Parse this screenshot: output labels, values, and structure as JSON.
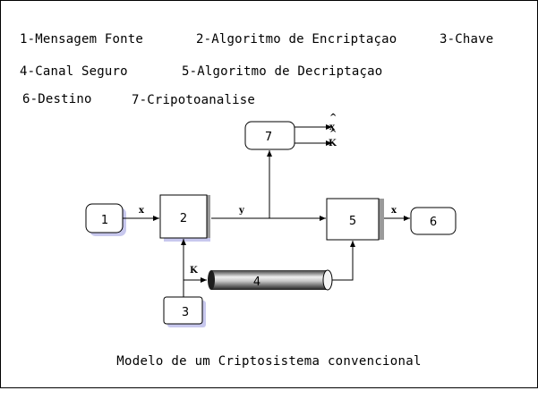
{
  "legend": {
    "item1": "1-Mensagem Fonte",
    "item2": "2-Algoritmo de Encriptaçao",
    "item3": "3-Chave",
    "item4": "4-Canal Seguro",
    "item5": "5-Algoritmo de Decriptaçao",
    "item6": "6-Destino",
    "item7": "7-Cripotoanalise"
  },
  "nodes": {
    "n1": "1",
    "n2": "2",
    "n3": "3",
    "n4": "4",
    "n5": "5",
    "n6": "6",
    "n7": "7"
  },
  "edges": {
    "x_in": "x",
    "y": "y",
    "k": "K",
    "x_out": "x",
    "x_hat": "x",
    "k_hat": "K",
    "hat": "^"
  },
  "caption": "Modelo de um Criptosistema convencional",
  "colors": {
    "box_shadow": "#c8c8ee",
    "box_shade": "#9a9a9a",
    "channel_dark": "#2a2a2a",
    "channel_light": "#e8e8e8"
  }
}
